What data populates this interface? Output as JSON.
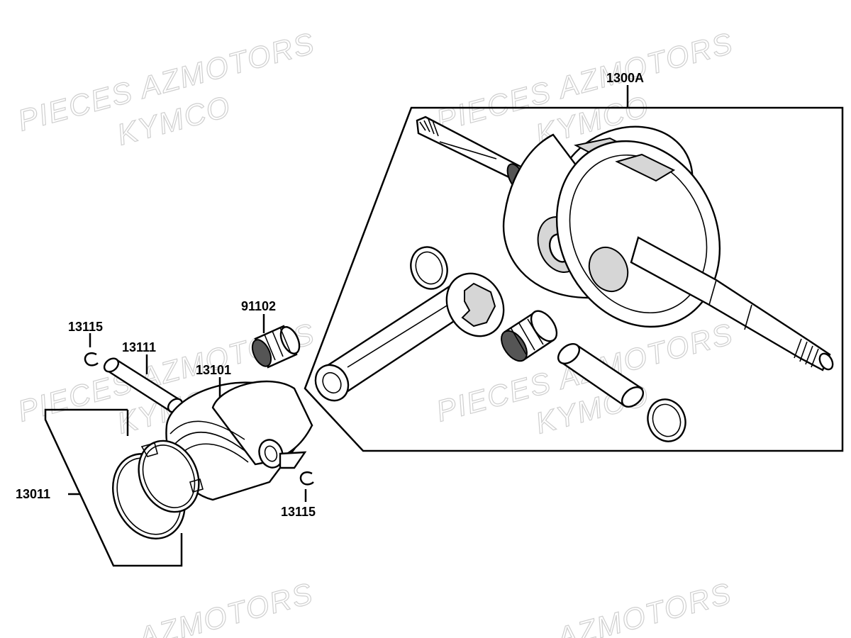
{
  "watermark": {
    "line1": "PIECES AZMOTORS",
    "line2": "KYMCO",
    "line3": "AZMOTORS"
  },
  "labels": {
    "crankshaft_assembly": "1300A",
    "bearing": "91102",
    "clip_top": "13115",
    "piston_pin": "13111",
    "piston": "13101",
    "ring_set": "13011",
    "clip_bottom": "13115"
  }
}
